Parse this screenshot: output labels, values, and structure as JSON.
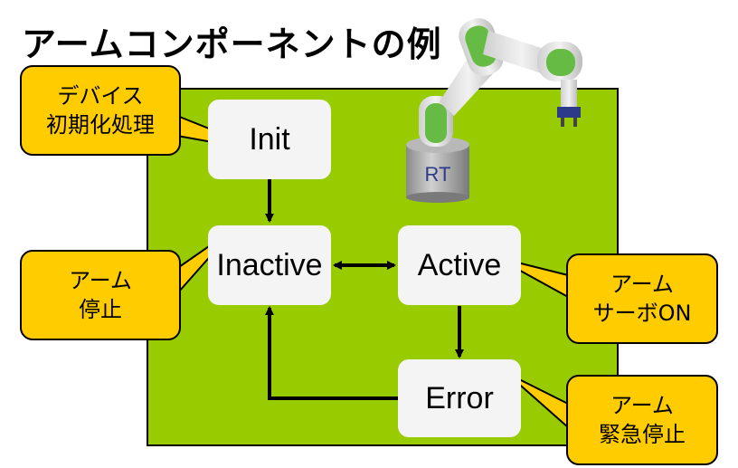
{
  "title": "アームコンポーネントの例",
  "states": {
    "init": "Init",
    "inactive": "Inactive",
    "active": "Active",
    "error": "Error"
  },
  "callouts": {
    "init": [
      "デバイス",
      "初期化処理"
    ],
    "inactive": [
      "アーム",
      "停止"
    ],
    "active": [
      "アーム",
      "サーボON"
    ],
    "error": [
      "アーム",
      "緊急停止"
    ]
  },
  "robot_base_label": "RT",
  "colors": {
    "panel": "#99cc00",
    "state_box": "#f4f4f4",
    "callout": "#ffcc00",
    "robot_joint": "#66bb44"
  }
}
